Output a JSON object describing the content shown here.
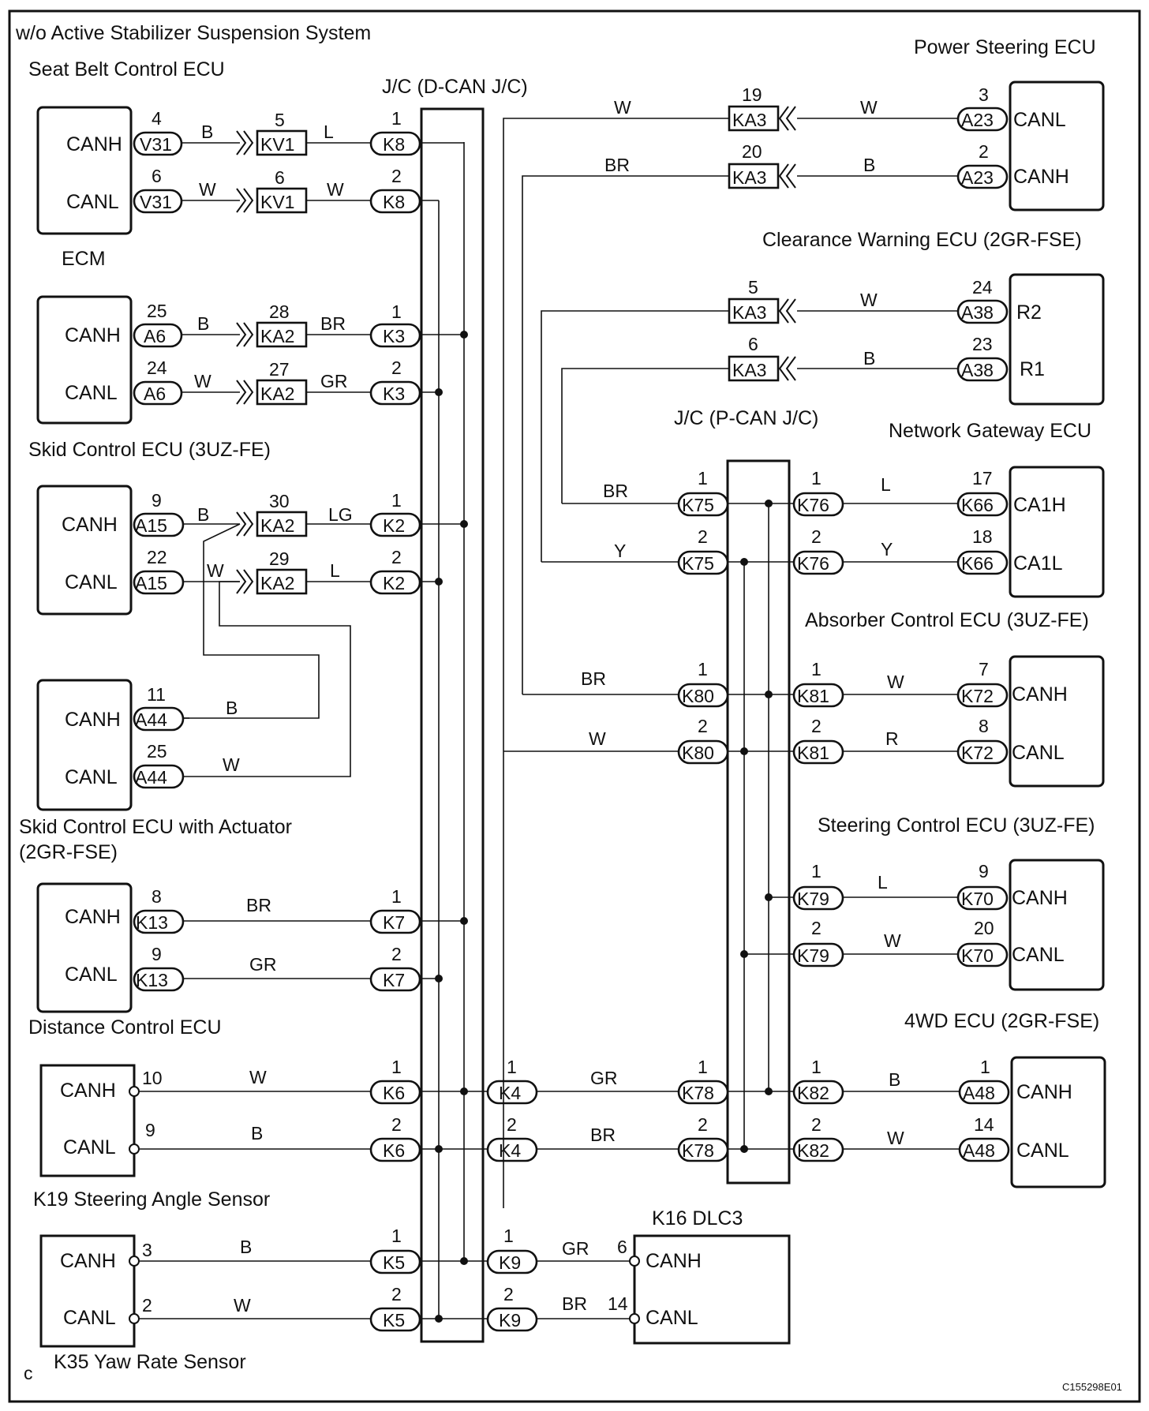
{
  "header": "w/o Active Stabilizer Suspension System",
  "footer_mark": "c",
  "figure_code": "C155298E01",
  "junctions": {
    "dcan": "J/C (D-CAN J/C)",
    "pcan": "J/C (P-CAN J/C)"
  },
  "ecus": {
    "seat_belt": {
      "title": "Seat Belt Control ECU",
      "canh": "CANH",
      "canl": "CANL"
    },
    "ecm": {
      "title": "ECM",
      "canh": "CANH",
      "canl": "CANL"
    },
    "skid": {
      "title": "Skid Control ECU (3UZ-FE)",
      "canh": "CANH",
      "canl": "CANL"
    },
    "skid_act": {
      "title1": "Skid Control ECU with Actuator",
      "title2": "(2GR-FSE)",
      "canh": "CANH",
      "canl": "CANL"
    },
    "distance": {
      "title": "Distance Control ECU",
      "canh": "CANH",
      "canl": "CANL"
    },
    "steer_angle": {
      "title": "K19 Steering Angle Sensor",
      "canh": "CANH",
      "canl": "CANL"
    },
    "yaw": {
      "title": "K35 Yaw Rate Sensor",
      "canh": "CANH",
      "canl": "CANL"
    },
    "dlc3": {
      "title": "K16  DLC3",
      "canh": "CANH",
      "canl": "CANL"
    },
    "power_steer": {
      "title": "Power Steering ECU",
      "canh": "CANH",
      "canl": "CANL"
    },
    "clearance": {
      "title": "Clearance Warning ECU (2GR-FSE)",
      "r2": "R2",
      "r1": "R1"
    },
    "gateway": {
      "title": "Network Gateway ECU",
      "ca1h": "CA1H",
      "ca1l": "CA1L"
    },
    "absorber": {
      "title": "Absorber Control ECU (3UZ-FE)",
      "canh": "CANH",
      "canl": "CANL"
    },
    "steer_ctrl": {
      "title": "Steering Control ECU (3UZ-FE)",
      "canh": "CANH",
      "canl": "CANL"
    },
    "fourwd": {
      "title": "4WD ECU (2GR-FSE)",
      "canh": "CANH",
      "canl": "CANL"
    }
  },
  "wire_colors": {
    "seat_l1": "B",
    "seat_l2": "L",
    "seat_l3": "W",
    "seat_l4": "W",
    "ecm_l1": "B",
    "ecm_l2": "BR",
    "ecm_l3": "W",
    "ecm_l4": "GR",
    "skid_l1": "B",
    "skid_l2": "LG",
    "skid_l3": "W",
    "skid_l4": "L",
    "skact_h": "B",
    "skact_l": "W",
    "dist_h": "BR",
    "dist_l": "GR",
    "sa_h": "W",
    "sa_l": "B",
    "yaw_h": "B",
    "yaw_l": "W",
    "k4_h": "GR",
    "k4_l": "BR",
    "k9_h": "GR",
    "k9_l": "BR",
    "ps_left_h": "W",
    "ps_left_l": "BR",
    "ps_right_h": "W",
    "ps_right_l": "B",
    "cw_right_1": "W",
    "cw_right_2": "B",
    "k75_1": "BR",
    "k75_2": "Y",
    "gw_1": "L",
    "gw_2": "Y",
    "k80_1": "BR",
    "k80_2": "W",
    "abs_1": "W",
    "abs_2": "R",
    "sc_1": "L",
    "sc_2": "W",
    "fw_1": "B",
    "fw_2": "W"
  },
  "pins": {
    "v31_1": "4",
    "v31_2": "6",
    "kv1_1": "5",
    "kv1_2": "6",
    "k8_1": "1",
    "k8_2": "2",
    "a6_1": "25",
    "a6_2": "24",
    "ka2_28": "28",
    "ka2_27": "27",
    "k3_1": "1",
    "k3_2": "2",
    "a15_1": "9",
    "a15_2": "22",
    "ka2_30": "30",
    "ka2_29": "29",
    "k2_1": "1",
    "k2_2": "2",
    "a44_1": "11",
    "a44_2": "25",
    "k13_1": "8",
    "k13_2": "9",
    "k7_1": "1",
    "k7_2": "2",
    "sa_1": "10",
    "sa_2": "9",
    "k6_1": "1",
    "k6_2": "2",
    "k4_1": "1",
    "k4_2": "2",
    "yaw_1": "3",
    "yaw_2": "2",
    "k5_1": "1",
    "k5_2": "2",
    "k9_1": "1",
    "k9_2": "2",
    "dlc_1": "6",
    "dlc_2": "14",
    "ka3_19": "19",
    "ka3_20": "20",
    "a23_1": "3",
    "a23_2": "2",
    "ka3_5": "5",
    "ka3_6": "6",
    "a38_1": "24",
    "a38_2": "23",
    "k75_1": "1",
    "k75_2": "2",
    "k76_1": "1",
    "k76_2": "2",
    "k66_1": "17",
    "k66_2": "18",
    "k80_1": "1",
    "k80_2": "2",
    "k81_1": "1",
    "k81_2": "2",
    "k72_1": "7",
    "k72_2": "8",
    "k79_1": "1",
    "k79_2": "2",
    "k70_1": "9",
    "k70_2": "20",
    "k78_1": "1",
    "k78_2": "2",
    "k82_1": "1",
    "k82_2": "2",
    "a48_1": "1",
    "a48_2": "14"
  },
  "connectors": {
    "V31": "V31",
    "KV1": "KV1",
    "K8": "K8",
    "A6": "A6",
    "KA2": "KA2",
    "K3": "K3",
    "A15": "A15",
    "K2": "K2",
    "A44": "A44",
    "K13": "K13",
    "K7": "K7",
    "K6": "K6",
    "K4": "K4",
    "K5": "K5",
    "K9": "K9",
    "KA3": "KA3",
    "A23": "A23",
    "A38": "A38",
    "K75": "K75",
    "K76": "K76",
    "K66": "K66",
    "K80": "K80",
    "K81": "K81",
    "K72": "K72",
    "K79": "K79",
    "K70": "K70",
    "K78": "K78",
    "K82": "K82",
    "A48": "A48"
  }
}
